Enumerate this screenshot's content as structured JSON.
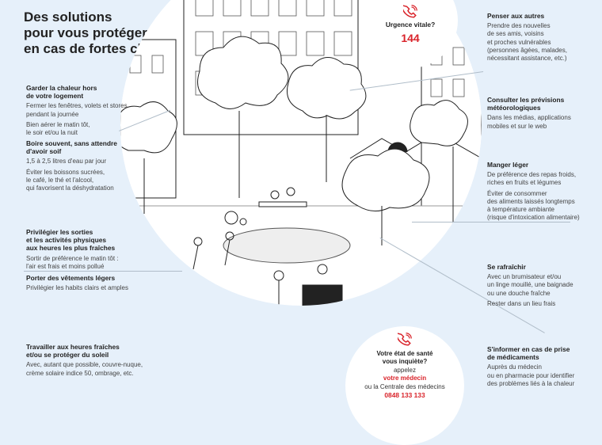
{
  "title": [
    "Des solutions",
    "pour vous protéger",
    "en cas de fortes chaleurs"
  ],
  "emergency": {
    "label": "Urgence vitale?",
    "number": "144",
    "accent": "#d9232a"
  },
  "doctor": {
    "question": [
      "Votre état de santé",
      "vous inquiète?"
    ],
    "action": "appelez",
    "who": "votre médecin",
    "alt": "ou la Centrale des médecins",
    "phone": "0848 133 133"
  },
  "left": [
    {
      "heading": [
        "Garder la chaleur hors",
        "de votre logement"
      ],
      "paras": [
        [
          "Fermer les fenêtres, volets et stores",
          "pendant la journée"
        ],
        [
          "Bien aérer le matin tôt,",
          "le soir et/ou la nuit"
        ]
      ]
    },
    {
      "heading": [
        "Boire souvent, sans attendre",
        "d'avoir soif"
      ],
      "paras": [
        [
          "1,5 à 2,5 litres d'eau par jour"
        ],
        [
          "Éviter les boissons sucrées,",
          "le café, le thé et l'alcool,",
          "qui favorisent la déshydratation"
        ]
      ]
    },
    {
      "heading": [
        "Privilégier les sorties",
        "et les activités physiques",
        "aux heures les plus fraîches"
      ],
      "paras": [
        [
          "Sortir de préférence le matin tôt :",
          "l'air est frais et moins pollué"
        ]
      ]
    },
    {
      "heading": [
        "Porter des vêtements légers"
      ],
      "paras": [
        [
          "Privilégier les habits clairs et amples"
        ]
      ]
    },
    {
      "heading": [
        "Travailler aux heures fraîches",
        "et/ou se protéger du soleil"
      ],
      "paras": [
        [
          "Avec, autant que possible, couvre-nuque,",
          "crème solaire indice 50, ombrage, etc."
        ]
      ]
    }
  ],
  "right": [
    {
      "heading": [
        "Penser aux autres"
      ],
      "paras": [
        [
          "Prendre des nouvelles",
          "de ses amis, voisins",
          "et proches vulnérables",
          "(personnes âgées, malades,",
          "nécessitant assistance, etc.)"
        ]
      ]
    },
    {
      "heading": [
        "Consulter les prévisions",
        "météorologiques"
      ],
      "paras": [
        [
          "Dans les médias, applications",
          "mobiles et sur le web"
        ]
      ]
    },
    {
      "heading": [
        "Manger léger"
      ],
      "paras": [
        [
          "De préférence des repas froids,",
          "riches en fruits et légumes"
        ],
        [
          "Éviter de consommer",
          "des aliments laissés longtemps",
          "à température ambiante",
          "(risque d'intoxication alimentaire)"
        ]
      ]
    },
    {
      "heading": [
        "Se rafraîchir"
      ],
      "paras": [
        [
          "Avec un brumisateur et/ou",
          "un linge mouillé, une baignade",
          "ou une douche fraîche"
        ],
        [
          "Rester dans un lieu frais"
        ]
      ]
    },
    {
      "heading": [
        "S'informer en cas de prise",
        "de médicaments"
      ],
      "paras": [
        [
          "Auprès du médecin",
          "ou en pharmacie pour identifier",
          "des problèmes liés à la chaleur"
        ]
      ]
    }
  ]
}
